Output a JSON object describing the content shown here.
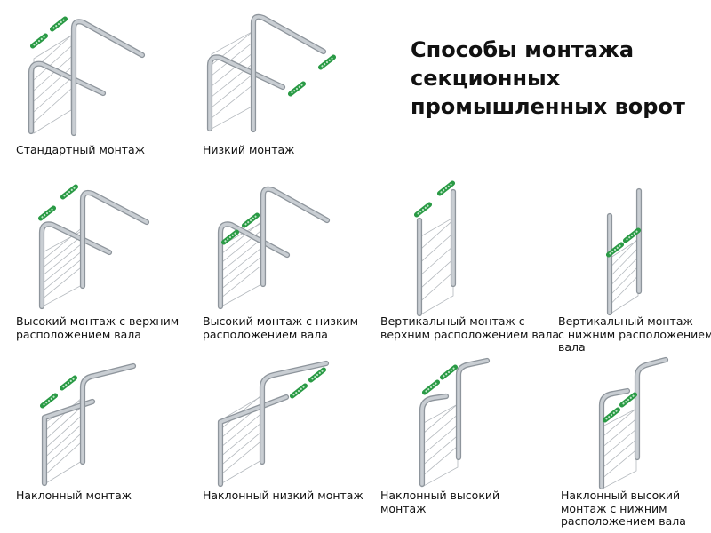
{
  "title": {
    "lines": [
      "Способы монтажа",
      "секционных",
      "промышленных ворот"
    ]
  },
  "methods": [
    {
      "label_lines": [
        "Стандартный монтаж"
      ]
    },
    {
      "label_lines": [
        "Низкий монтаж"
      ]
    },
    {
      "label_lines": [
        "Высокий монтаж с верхним",
        "расположением вала"
      ]
    },
    {
      "label_lines": [
        "Высокий монтаж с низким",
        "расположением вала"
      ]
    },
    {
      "label_lines": [
        "Вертикальный монтаж с",
        "верхним расположением вала"
      ]
    },
    {
      "label_lines": [
        "Вертикальный монтаж",
        "с нижним расположением",
        "вала"
      ]
    },
    {
      "label_lines": [
        "Наклонный монтаж"
      ]
    },
    {
      "label_lines": [
        "Наклонный низкий монтаж"
      ]
    },
    {
      "label_lines": [
        "Наклонный высокий",
        "монтаж"
      ]
    },
    {
      "label_lines": [
        "Наклонный высокий",
        "монтаж с нижним",
        "расположением вала"
      ]
    }
  ],
  "colors": {
    "rail_fill": "#c9ced3",
    "rail_stroke": "#8e959c",
    "panel_line": "#b4b9be",
    "shaft_fill": "#2a9a45",
    "shaft_dot": "#bfe8c8",
    "text": "#111111"
  }
}
